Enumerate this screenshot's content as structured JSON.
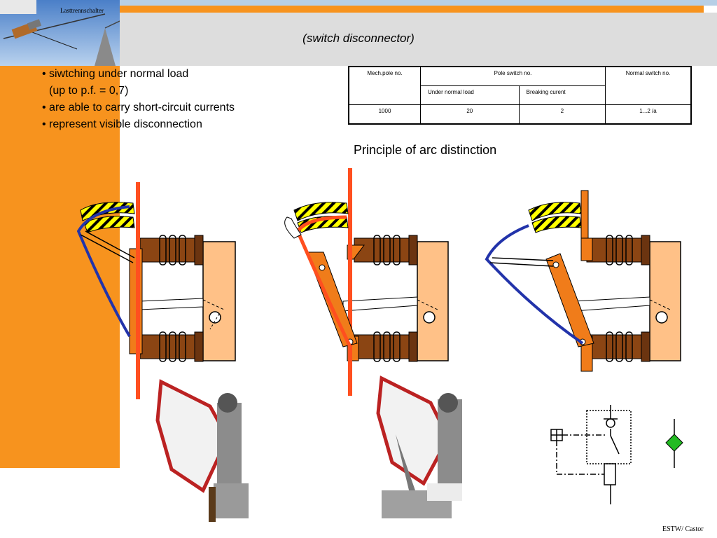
{
  "header": {
    "photo_caption": "Lasttrennschalter",
    "subtitle": "(switch disconnector)"
  },
  "bullets": {
    "item1": "• siwtching under normal load",
    "item1b": "(up to p.f. = 0,7)",
    "item2": "• are able to carry short-circuit currents",
    "item3": "• represent visible disconnection"
  },
  "table": {
    "col1_header": "Mech.pole no.",
    "col2_header": "Pole switch no.",
    "col3_header": "Normal switch no.",
    "sub1": "Under normal load",
    "sub2": "Breaking curent",
    "row": [
      "1000",
      "20",
      "2",
      "1...2 /a"
    ]
  },
  "arc_title": "Principle of arc distinction",
  "footer": "ESTW/ Castor",
  "colors": {
    "accent_orange": "#f7931e",
    "header_gray": "#dddddd",
    "contact_red": "#ff4f1f",
    "arm_orange": "#f07c1a",
    "insulator_brown": "#8b4513",
    "base_peach": "#ffc187",
    "arc_blue": "#2233aa",
    "symbol_green": "#22bb22"
  },
  "icons": [
    "switch-disconnector-symbol-icon",
    "green-diamond-icon"
  ]
}
